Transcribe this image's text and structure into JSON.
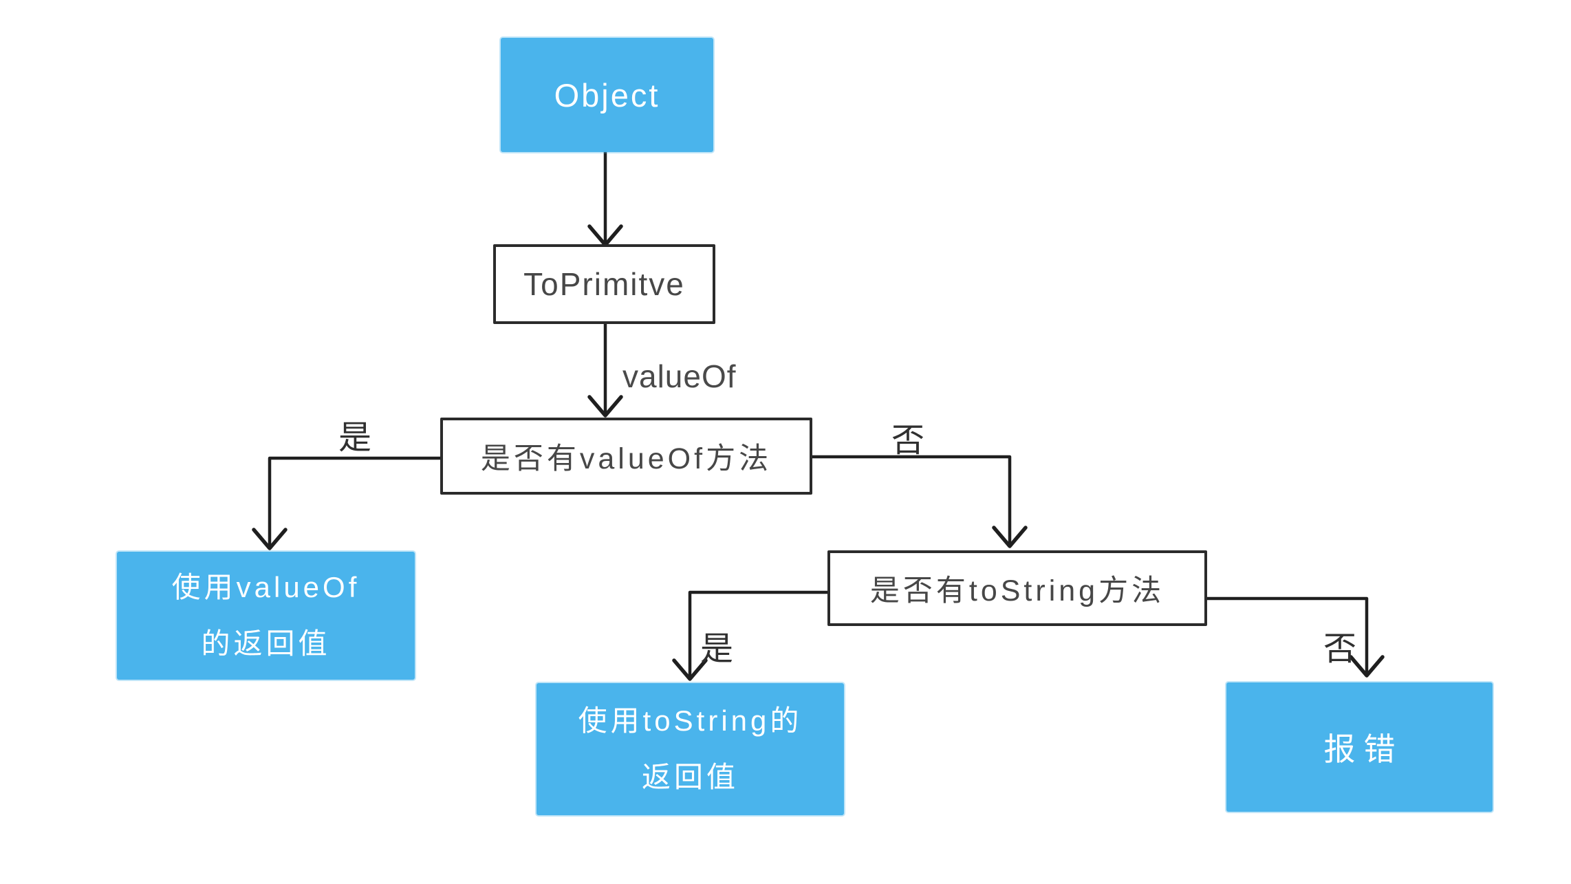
{
  "diagram": {
    "nodes": {
      "object": {
        "label": "Object"
      },
      "to_primitive": {
        "label": "ToPrimitve"
      },
      "has_valueof": {
        "label": "是否有valueOf方法"
      },
      "use_valueof": {
        "line1": "使用valueOf",
        "line2": "的返回值"
      },
      "has_tostring": {
        "label": "是否有toString方法"
      },
      "use_tostring": {
        "line1": "使用toString的",
        "line2": "返回值"
      },
      "error": {
        "label": "报错"
      }
    },
    "edge_labels": {
      "valueof": "valueOf",
      "has_valueof_yes": "是",
      "has_valueof_no": "否",
      "has_tostring_yes": "是",
      "has_tostring_no": "否"
    },
    "colors": {
      "node_fill": "#4ab4ec",
      "node_text": "#ffffff",
      "outline_border": "#2b2b2b",
      "edge_line": "#1f1f1f",
      "dark_text": "#474747",
      "background": "#ffffff"
    }
  }
}
